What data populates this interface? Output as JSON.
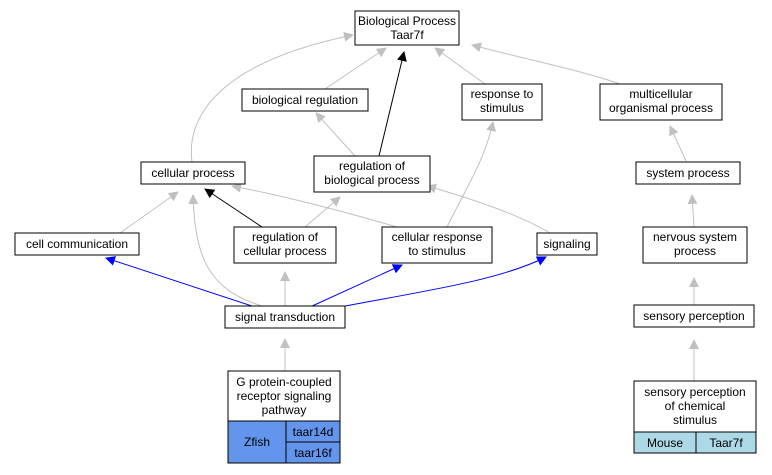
{
  "colors": {
    "edge_gray": "#c0c0c0",
    "edge_black": "#000000",
    "edge_blue": "#0000ff",
    "zfish_fill": "#6495ed",
    "mouse_fill": "#add8e6"
  },
  "nodes": {
    "bp_root": {
      "line1": "Biological Process",
      "line2": "Taar7f"
    },
    "biological_regulation": {
      "label": "biological regulation"
    },
    "response_to_stimulus": {
      "line1": "response to",
      "line2": "stimulus"
    },
    "multicellular_organismal_process": {
      "line1": "multicellular",
      "line2": "organismal process"
    },
    "cellular_process": {
      "label": "cellular process"
    },
    "regulation_of_biological_process": {
      "line1": "regulation of",
      "line2": "biological process"
    },
    "system_process": {
      "label": "system process"
    },
    "cell_communication": {
      "label": "cell communication"
    },
    "regulation_of_cellular_process": {
      "line1": "regulation of",
      "line2": "cellular process"
    },
    "cellular_response_to_stimulus": {
      "line1": "cellular response",
      "line2": "to stimulus"
    },
    "signaling": {
      "label": "signaling"
    },
    "nervous_system_process": {
      "line1": "nervous system",
      "line2": "process"
    },
    "signal_transduction": {
      "label": "signal transduction"
    },
    "sensory_perception": {
      "label": "sensory perception"
    },
    "gpcr_pathway": {
      "line1": "G protein-coupled",
      "line2": "receptor signaling",
      "line3": "pathway",
      "species": "Zfish",
      "genes": [
        "taar14d",
        "taar16f"
      ]
    },
    "sensory_perception_chemical": {
      "line1": "sensory perception",
      "line2": "of chemical",
      "line3": "stimulus",
      "species": "Mouse",
      "gene": "Taar7f"
    }
  }
}
